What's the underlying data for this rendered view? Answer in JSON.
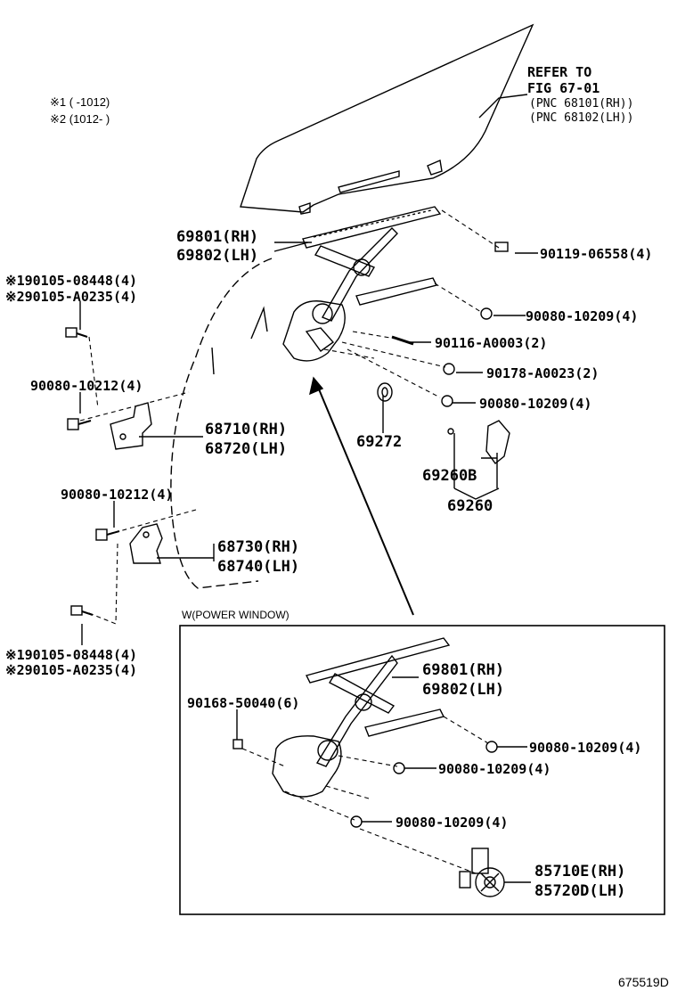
{
  "notes": {
    "note1": "※1 (      -1012)",
    "note2": "※2 (1012-      )"
  },
  "refer": {
    "line1": "REFER  TO",
    "line2": "FIG  67-01",
    "line3": "(PNC  68101(RH))",
    "line4": "(PNC  68102(LH))"
  },
  "parts": {
    "regulator_rh": "69801(RH)",
    "regulator_lh": "69802(LH)",
    "bolt_a1": "※190105-08448(4)",
    "bolt_a2": "※290105-A0235(4)",
    "bolt_90119": "90119-06558(4)",
    "bolt_90080_1": "90080-10209(4)",
    "stud_90116": "90116-A0003(2)",
    "nut_90178": "90178-A0023(2)",
    "bolt_90080_2": "90080-10209(4)",
    "bolt_90080_10212_a": "90080-10212(4)",
    "hinge_rh_upper": "68710(RH)",
    "hinge_lh_upper": "68720(LH)",
    "washer_69272": "69272",
    "handle_69260b": "69260B",
    "handle_69260": "69260",
    "bolt_90080_10212_b": "90080-10212(4)",
    "hinge_rh_lower": "68730(RH)",
    "hinge_lh_lower": "68740(LH)",
    "bolt_b1": "※190105-08448(4)",
    "bolt_b2": "※290105-A0235(4)"
  },
  "power_window": {
    "caption": "W(POWER WINDOW)",
    "regulator_rh": "69801(RH)",
    "regulator_lh": "69802(LH)",
    "screw_90168": "90168-50040(6)",
    "bolt_a": "90080-10209(4)",
    "bolt_b": "90080-10209(4)",
    "bolt_c": "90080-10209(4)",
    "motor_rh": "85710E(RH)",
    "motor_lh": "85720D(LH)"
  },
  "figure_code": "675519D"
}
